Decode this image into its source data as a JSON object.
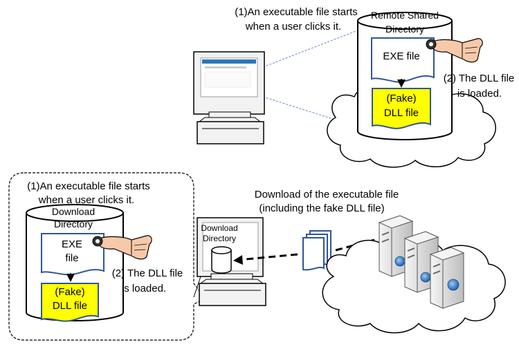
{
  "top": {
    "note_line1": "(1)An executable file starts",
    "note_line2": "when a user clicks it.",
    "directory_line1": "Remote Shared",
    "directory_line2": "Directory",
    "exe_label": "EXE file",
    "fake_line1": "(Fake)",
    "fake_line2": "DLL file",
    "loaded_line1": "(2) The DLL file",
    "loaded_line2": "is loaded."
  },
  "bottom": {
    "note_line1": "(1)An executable file starts",
    "note_line2": "when a user clicks it.",
    "directory_line1": "Download",
    "directory_line2": "Directory",
    "exe_line1": "EXE",
    "exe_line2": "file",
    "fake_line1": "(Fake)",
    "fake_line2": "DLL file",
    "loaded_line1": "(2) The DLL file",
    "loaded_line2": "is loaded.",
    "pc_dir_line1": "Download",
    "pc_dir_line2": "Directory",
    "download_line1": "Download of the executable  file",
    "download_line2": "(including the fake DLL file)"
  },
  "colors": {
    "fake_dll_fill": "#ffff00",
    "document_blue": "#2f5597",
    "skin": "#f8c9a8",
    "server_gray": "#e0e0e0"
  }
}
